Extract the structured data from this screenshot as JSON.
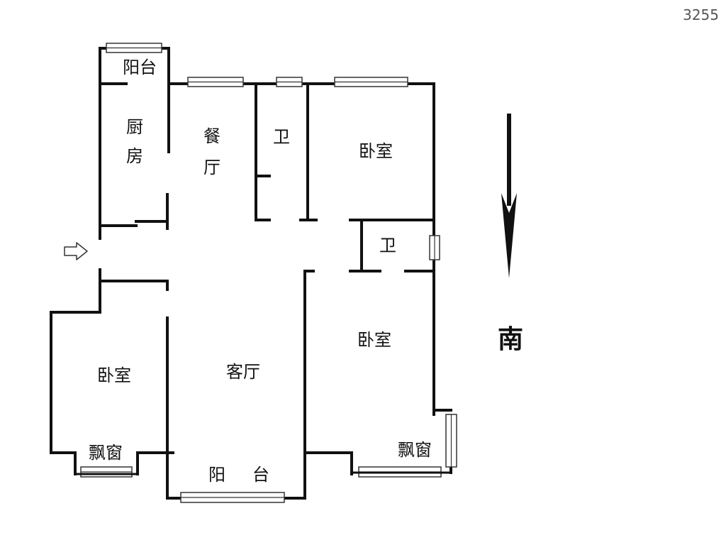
{
  "watermark": "3255",
  "compass": {
    "label": "南"
  },
  "rooms": {
    "balcony_top": "阳台",
    "kitchen_line1": "厨",
    "kitchen_line2": "房",
    "dining_line1": "餐",
    "dining_line2": "厅",
    "bath_top": "卫",
    "bedroom_ne": "卧室",
    "bath_mid": "卫",
    "bedroom_se": "卧室",
    "bedroom_w": "卧室",
    "living": "客厅",
    "bay_left": "飘窗",
    "bay_right": "飘窗",
    "balcony_bottom_1": "阳",
    "balcony_bottom_2": "台"
  },
  "colors": {
    "wall": "#111111",
    "window": "#333333",
    "background": "#ffffff"
  },
  "icons": {
    "entry": "entry-arrow-icon",
    "north": "south-arrow-icon"
  }
}
